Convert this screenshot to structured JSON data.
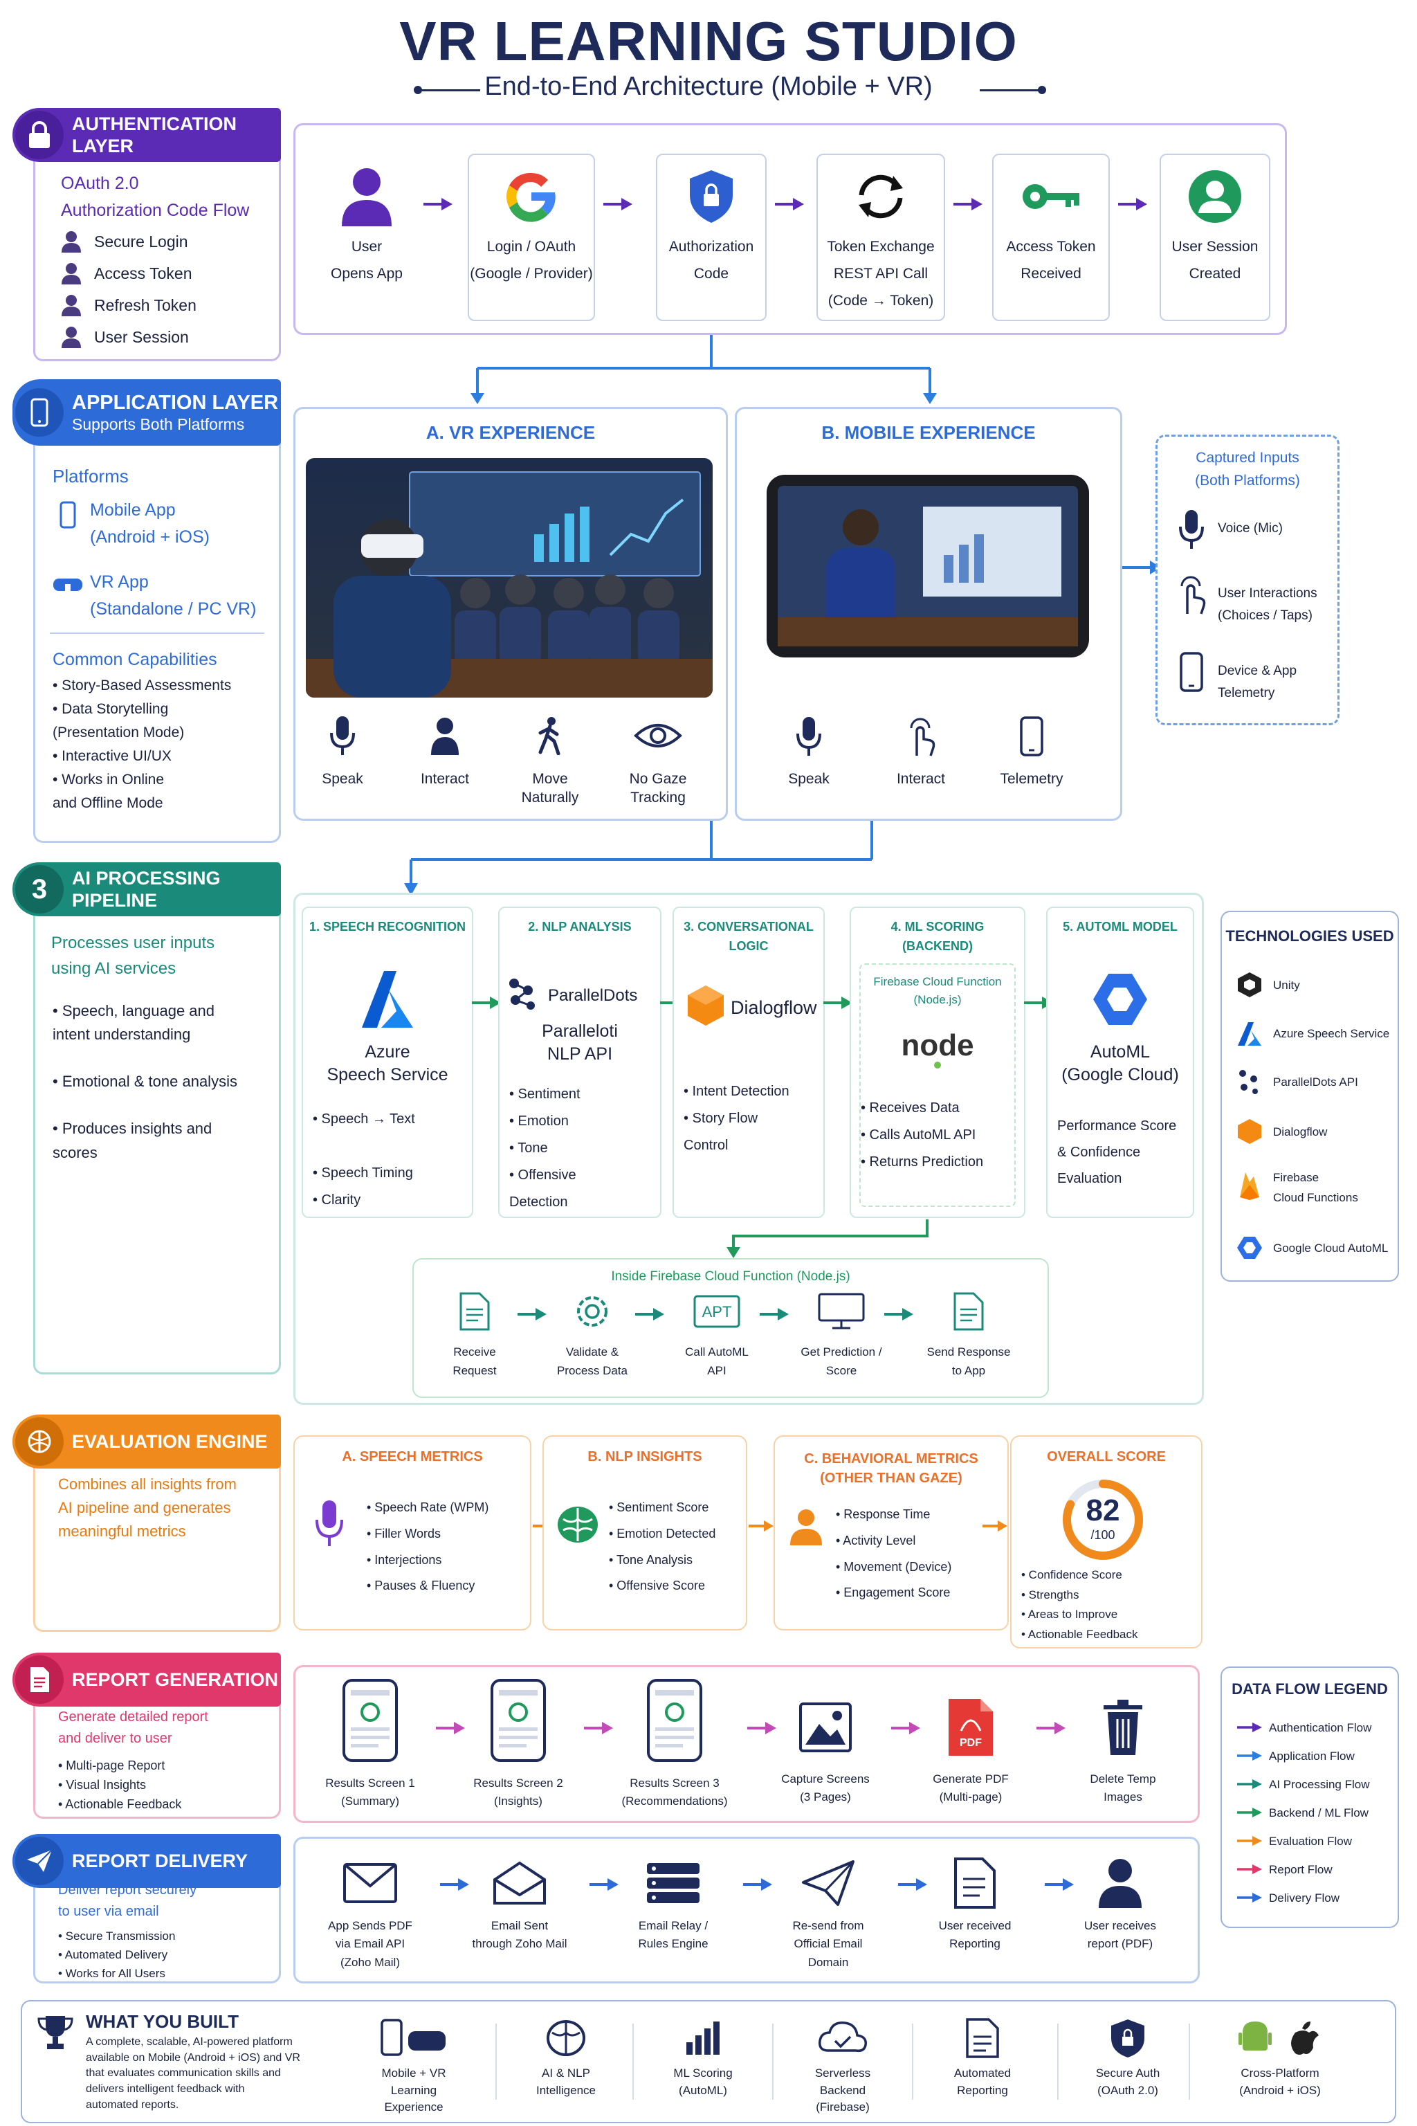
{
  "header": {
    "title": "VR LEARNING STUDIO",
    "subtitle": "End-to-End Architecture (Mobile + VR)"
  },
  "colors": {
    "navy": "#1d2a5a",
    "purple": "#5b2bb5",
    "blue": "#2d6bd8",
    "teal": "#1a8a7a",
    "orange": "#f08a1c",
    "pink": "#e0386b",
    "sky": "#2b7ee0",
    "green": "#1f9a5c"
  },
  "auth": {
    "pill": "AUTHENTICATION LAYER",
    "heading": "OAuth 2.0\nAuthorization Code Flow",
    "items": [
      "Secure Login",
      "Access Token",
      "Refresh Token",
      "User Session"
    ],
    "flow": [
      {
        "icon": "user-icon",
        "label": "User\nOpens App"
      },
      {
        "icon": "google-icon",
        "label": "Login / OAuth\n(Google / Provider)"
      },
      {
        "icon": "shield-lock-icon",
        "label": "Authorization\nCode"
      },
      {
        "icon": "refresh-icon",
        "label": "Token Exchange\nREST API Call\n(Code → Token)"
      },
      {
        "icon": "key-icon",
        "label": "Access Token\nReceived"
      },
      {
        "icon": "user-circle-icon",
        "label": "User Session\nCreated"
      }
    ]
  },
  "app": {
    "pill": "APPLICATION LAYER",
    "pill_sub": "Supports Both Platforms",
    "platforms_heading": "Platforms",
    "platforms": [
      "Mobile App\n(Android + iOS)",
      "VR App\n(Standalone / PC VR)"
    ],
    "caps_heading": "Common Capabilities",
    "caps": "• Story-Based Assessments\n• Data Storytelling\n   (Presentation Mode)\n• Interactive UI/UX\n• Works in Online\n   and Offline Mode",
    "vr_title": "A. VR EXPERIENCE",
    "vr_actions": [
      "Speak",
      "Interact",
      "Move\nNaturally",
      "No Gaze\nTracking"
    ],
    "mobile_title": "B. MOBILE EXPERIENCE",
    "mobile_actions": [
      "Speak",
      "Interact",
      "Telemetry"
    ],
    "inputs_heading": "Captured Inputs\n(Both Platforms)",
    "inputs": [
      "Voice (Mic)",
      "User Interactions\n(Choices / Taps)",
      "Device & App\nTelemetry"
    ]
  },
  "ai": {
    "pill_num": "3",
    "pill": "AI PROCESSING PIPELINE",
    "intro": "Processes user inputs\nusing AI services",
    "points": "• Speech, language and\n   intent understanding\n\n• Emotional & tone analysis\n\n• Produces insights and\n   scores",
    "stages": [
      {
        "title": "1. SPEECH RECOGNITION",
        "name": "Azure\nSpeech Service",
        "bullets": "•  Speech → Text\n\n•  Speech Timing\n•  Clarity"
      },
      {
        "title": "2. NLP ANALYSIS",
        "brand": "ParallelDots",
        "name": "Paralleloti\nNLP API",
        "bullets": "•  Sentiment\n•  Emotion\n•  Tone\n•  Offensive\n    Detection"
      },
      {
        "title": "3. CONVERSATIONAL\nLOGIC",
        "brand": "Dialogflow",
        "bullets": "•  Intent Detection\n•  Story Flow\n    Control"
      },
      {
        "title": "4. ML SCORING\n(BACKEND)",
        "inner": "Firebase Cloud Function\n(Node.js)",
        "bullets": "•  Receives Data\n•  Calls AutoML API\n•  Returns Prediction"
      },
      {
        "title": "5. AUTOML MODEL",
        "name": "AutoML\n(Google Cloud)",
        "desc": "Performance Score\n& Confidence\nEvaluation"
      }
    ],
    "inside_title": "Inside Firebase Cloud Function (Node.js)",
    "inside_steps": [
      "Receive\nRequest",
      "Validate &\nProcess Data",
      "Call AutoML\nAPI",
      "Get Prediction /\nScore",
      "Send Response\nto App"
    ],
    "tech_heading": "TECHNOLOGIES USED",
    "tech": [
      "Unity",
      "Azure Speech Service",
      "ParallelDots API",
      "Dialogflow",
      "Firebase\nCloud Functions",
      "Google Cloud AutoML"
    ]
  },
  "eval": {
    "pill": "EVALUATION ENGINE",
    "desc": "Combines all insights from\nAI pipeline and generates\nmeaningful metrics",
    "speech_title": "A. SPEECH METRICS",
    "speech": "•  Speech Rate (WPM)\n•  Filler Words\n•  Interjections\n•  Pauses & Fluency",
    "nlp_title": "B. NLP INSIGHTS",
    "nlp": "•  Sentiment Score\n•  Emotion Detected\n•  Tone Analysis\n•  Offensive Score",
    "beh_title": "C. BEHAVIORAL METRICS\n(OTHER THAN GAZE)",
    "beh": "•  Response Time\n•  Activity Level\n•  Movement (Device)\n•  Engagement Score",
    "overall_title": "OVERALL SCORE",
    "score": "82",
    "score_max": "/100",
    "score_value": 82,
    "overall": "•  Confidence Score\n•  Strengths\n•  Areas to Improve\n•  Actionable Feedback"
  },
  "report": {
    "pill": "REPORT GENERATION",
    "desc": "Generate detailed report\nand deliver to user",
    "bullets": "•  Multi-page Report\n•  Visual Insights\n•  Actionable Feedback",
    "steps": [
      "Results Screen 1\n(Summary)",
      "Results Screen 2\n(Insights)",
      "Results Screen 3\n(Recommendations)",
      "Capture Screens\n(3 Pages)",
      "Generate PDF\n(Multi-page)",
      "Delete Temp\nImages"
    ],
    "pdf_badge": "PDF"
  },
  "delivery": {
    "pill": "REPORT DELIVERY",
    "desc": "Deliver report securely\nto user via email",
    "bullets": "•  Secure Transmission\n•  Automated Delivery\n•  Works for All Users",
    "steps": [
      "App Sends PDF\nvia Email API\n(Zoho Mail)",
      "Email Sent\nthrough Zoho Mail",
      "Email Relay /\nRules Engine",
      "Re-send from\nOfficial Email\nDomain",
      "User received\nReporting",
      "User receives\nreport (PDF)"
    ]
  },
  "legend": {
    "heading": "DATA FLOW LEGEND",
    "items": [
      {
        "label": "Authentication Flow",
        "color": "#5b2bb5"
      },
      {
        "label": "Application Flow",
        "color": "#2b7ee0"
      },
      {
        "label": "AI Processing Flow",
        "color": "#1a8a7a"
      },
      {
        "label": "Backend / ML Flow",
        "color": "#1f9a5c"
      },
      {
        "label": "Evaluation Flow",
        "color": "#f08a1c"
      },
      {
        "label": "Report Flow",
        "color": "#e0386b"
      },
      {
        "label": "Delivery Flow",
        "color": "#2d6bd8"
      }
    ]
  },
  "built": {
    "heading": "WHAT YOU BUILT",
    "desc": "A complete, scalable, AI-powered platform\navailable on Mobile (Android + iOS) and VR\nthat evaluates communication skills and\ndelivers intelligent feedback with\nautomated reports.",
    "items": [
      "Mobile + VR\nLearning\nExperience",
      "AI & NLP\nIntelligence",
      "ML Scoring\n(AutoML)",
      "Serverless\nBackend\n(Firebase)",
      "Automated\nReporting",
      "Secure Auth\n(OAuth 2.0)",
      "Cross-Platform\n(Android + iOS)"
    ]
  }
}
